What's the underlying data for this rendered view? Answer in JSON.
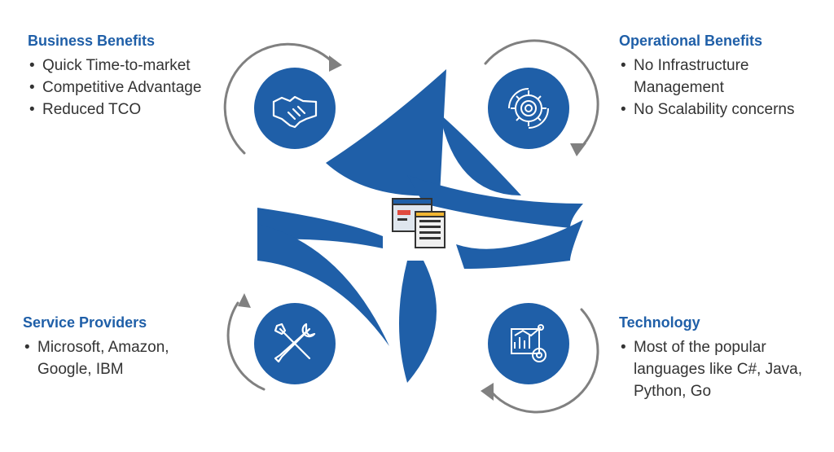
{
  "colors": {
    "accent": "#1f5fa8",
    "arrow": "#808080",
    "text": "#333333"
  },
  "business": {
    "title": "Business Benefits",
    "items": [
      "Quick Time-to-market",
      "Competitive Advantage",
      "Reduced TCO"
    ],
    "icon": "handshake-icon"
  },
  "operational": {
    "title": "Operational Benefits",
    "items": [
      "No Infrastructure Management",
      "No Scalability concerns"
    ],
    "icon": "gear-icon"
  },
  "providers": {
    "title": "Service Providers",
    "items": [
      "Microsoft,  Amazon, Google, IBM"
    ],
    "icon": "tools-icon"
  },
  "technology": {
    "title": "Technology",
    "items": [
      "Most of the popular languages like C#, Java, Python, Go"
    ],
    "icon": "analytics-icon"
  },
  "center": {
    "icon": "web-windows-icon"
  }
}
